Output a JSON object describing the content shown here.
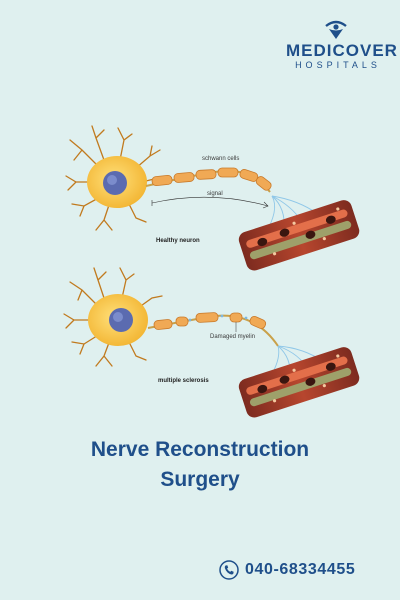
{
  "brand": {
    "name": "MEDICOVER",
    "subtitle": "HOSPITALS",
    "color": "#1f4f8a"
  },
  "illustration": {
    "healthy": {
      "schwann_label": "schwann cells",
      "signal_label": "signal",
      "caption": "Healthy neuron"
    },
    "ms": {
      "damaged_label": "Damaged myelin",
      "caption": "multiple sclerosis"
    }
  },
  "heading": {
    "line1": "Nerve Reconstruction",
    "line2": "Surgery"
  },
  "contact": {
    "phone": "040-68334455",
    "icon": "phone-icon"
  }
}
